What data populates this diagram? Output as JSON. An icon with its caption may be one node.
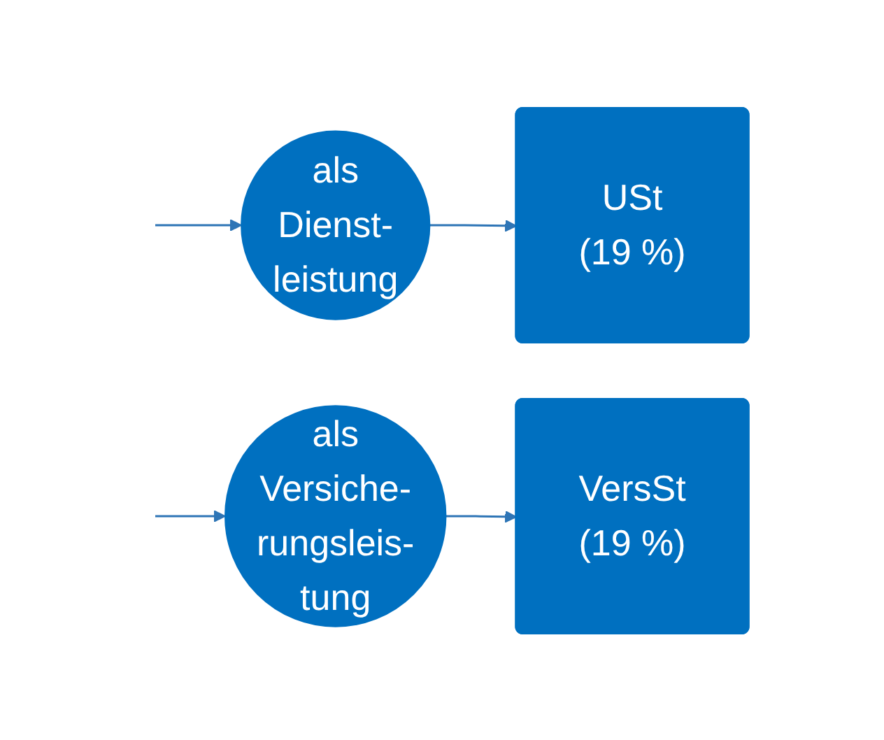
{
  "diagram": {
    "nodes": [
      {
        "text": [
          "als Dienst- leistung"
        ]
      },
      {
        "text": [
          "USt (19 %)"
        ]
      },
      {
        "text": [
          "als Versiche- rungsleis- tung"
        ]
      },
      {
        "text": [
          "VersSt (19 %)"
        ]
      }
    ],
    "edges": [
      {
        "from": null,
        "to": 0,
        "arrow": "to"
      },
      {
        "from": 0,
        "to": 1,
        "arrow": "to"
      },
      {
        "from": null,
        "to": 2,
        "arrow": "to"
      },
      {
        "from": 2,
        "to": 3,
        "arrow": "to"
      }
    ]
  }
}
